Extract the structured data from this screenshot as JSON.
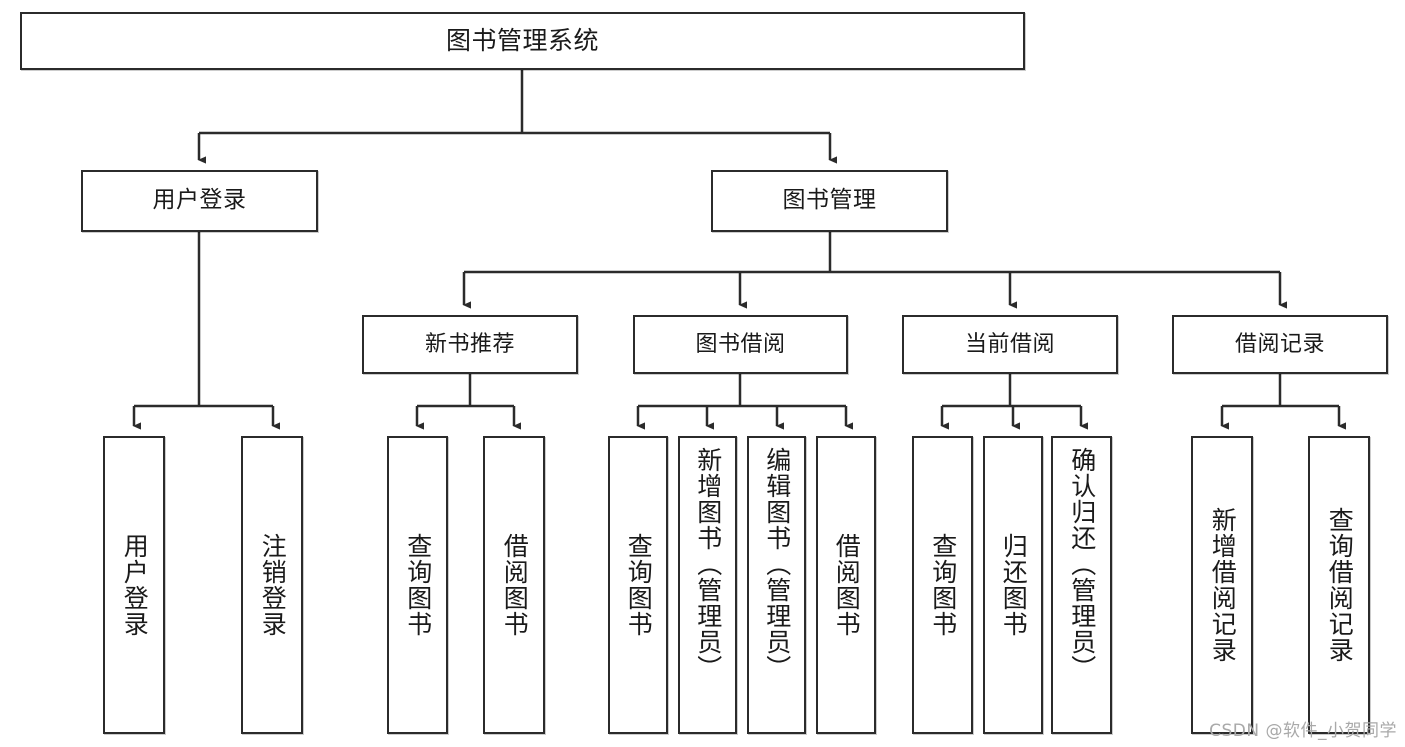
{
  "diagram": {
    "title": "图书管理系统",
    "type": "hierarchy-tree",
    "watermark": "CSDN @软件_小贺同学",
    "colors": {
      "stroke": "#2b2b2b",
      "fill": "#ffffff",
      "text": "#1a1a1a",
      "watermark": "#a9a9a9"
    },
    "nodes": {
      "root": {
        "label": "图书管理系统"
      },
      "level2": [
        {
          "label": "用户登录"
        },
        {
          "label": "图书管理"
        }
      ],
      "level3": [
        {
          "label": "新书推荐"
        },
        {
          "label": "图书借阅"
        },
        {
          "label": "当前借阅"
        },
        {
          "label": "借阅记录"
        }
      ],
      "leaves": {
        "user_login": [
          {
            "label": "用户登录"
          },
          {
            "label": "注销登录"
          }
        ],
        "new_book": [
          {
            "label": "查询图书"
          },
          {
            "label": "借阅图书"
          }
        ],
        "book_borrow": [
          {
            "label": "查询图书"
          },
          {
            "label": "新增图书（管理员）"
          },
          {
            "label": "编辑图书（管理员）"
          },
          {
            "label": "借阅图书"
          }
        ],
        "current_borrow": [
          {
            "label": "查询图书"
          },
          {
            "label": "归还图书"
          },
          {
            "label": "确认归还（管理员）"
          }
        ],
        "borrow_record": [
          {
            "label": "新增借阅记录"
          },
          {
            "label": "查询借阅记录"
          }
        ]
      }
    }
  }
}
